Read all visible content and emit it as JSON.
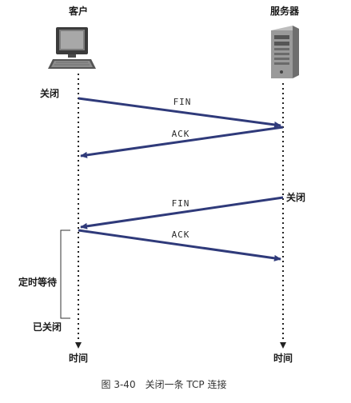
{
  "client": {
    "label": "客户",
    "icon": "computer-icon"
  },
  "server": {
    "label": "服务器",
    "icon": "server-tower-icon"
  },
  "messages": [
    {
      "text": "FIN",
      "from": "client",
      "to": "server"
    },
    {
      "text": "ACK",
      "from": "server",
      "to": "client"
    },
    {
      "text": "FIN",
      "from": "server",
      "to": "client"
    },
    {
      "text": "ACK",
      "from": "client",
      "to": "server"
    }
  ],
  "client_events": {
    "close": "关闭",
    "timed_wait": "定时等待",
    "closed": "已关闭"
  },
  "server_events": {
    "close": "关闭"
  },
  "time_labels": {
    "client": "时间",
    "server": "时间"
  },
  "caption": "图 3-40　关闭一条 TCP 连接",
  "colors": {
    "arrow": "#2f3a7a",
    "timeline": "#222222"
  }
}
